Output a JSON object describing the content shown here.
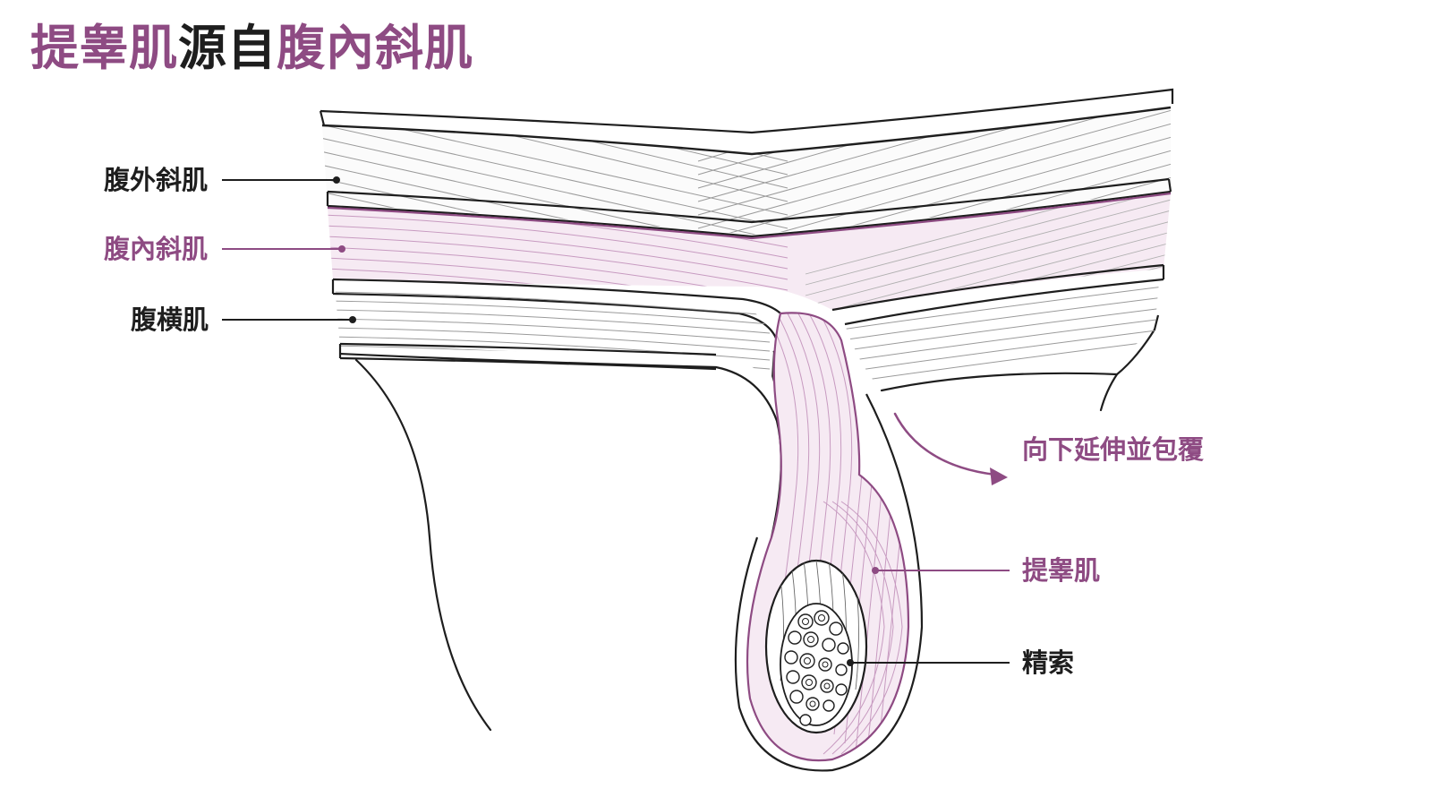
{
  "title": {
    "part1": "提睾肌",
    "part2": "源自",
    "part3": "腹內斜肌"
  },
  "labels": {
    "external_oblique": "腹外斜肌",
    "internal_oblique": "腹內斜肌",
    "transversus": "腹横肌",
    "extends_and_covers": "向下延伸並包覆",
    "cremaster": "提睾肌",
    "spermatic_cord": "精索"
  },
  "colors": {
    "accent": "#8e4b83",
    "accent_light": "#c79ac0",
    "ink": "#1e1e1e",
    "line_gray": "#9a9a9a",
    "pink_fill": "#f6eaf3"
  }
}
